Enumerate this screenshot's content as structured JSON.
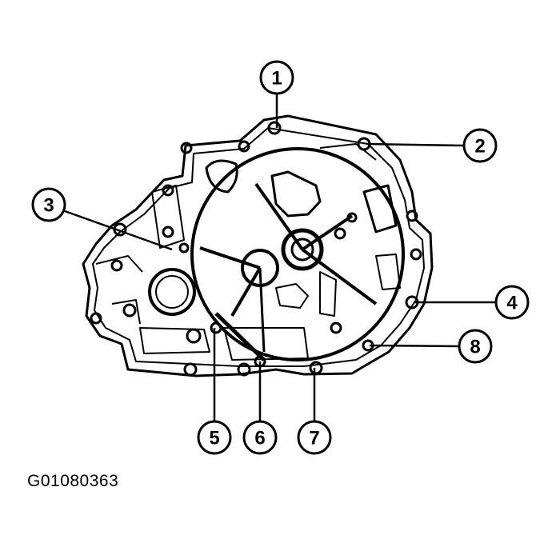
{
  "colors": {
    "ink": "#000000",
    "paper": "#ffffff"
  },
  "callouts": [
    {
      "label": "1"
    },
    {
      "label": "2"
    },
    {
      "label": "3"
    },
    {
      "label": "4"
    },
    {
      "label": "5"
    },
    {
      "label": "6"
    },
    {
      "label": "7"
    },
    {
      "label": "8"
    }
  ],
  "figure_code": "G01080363"
}
